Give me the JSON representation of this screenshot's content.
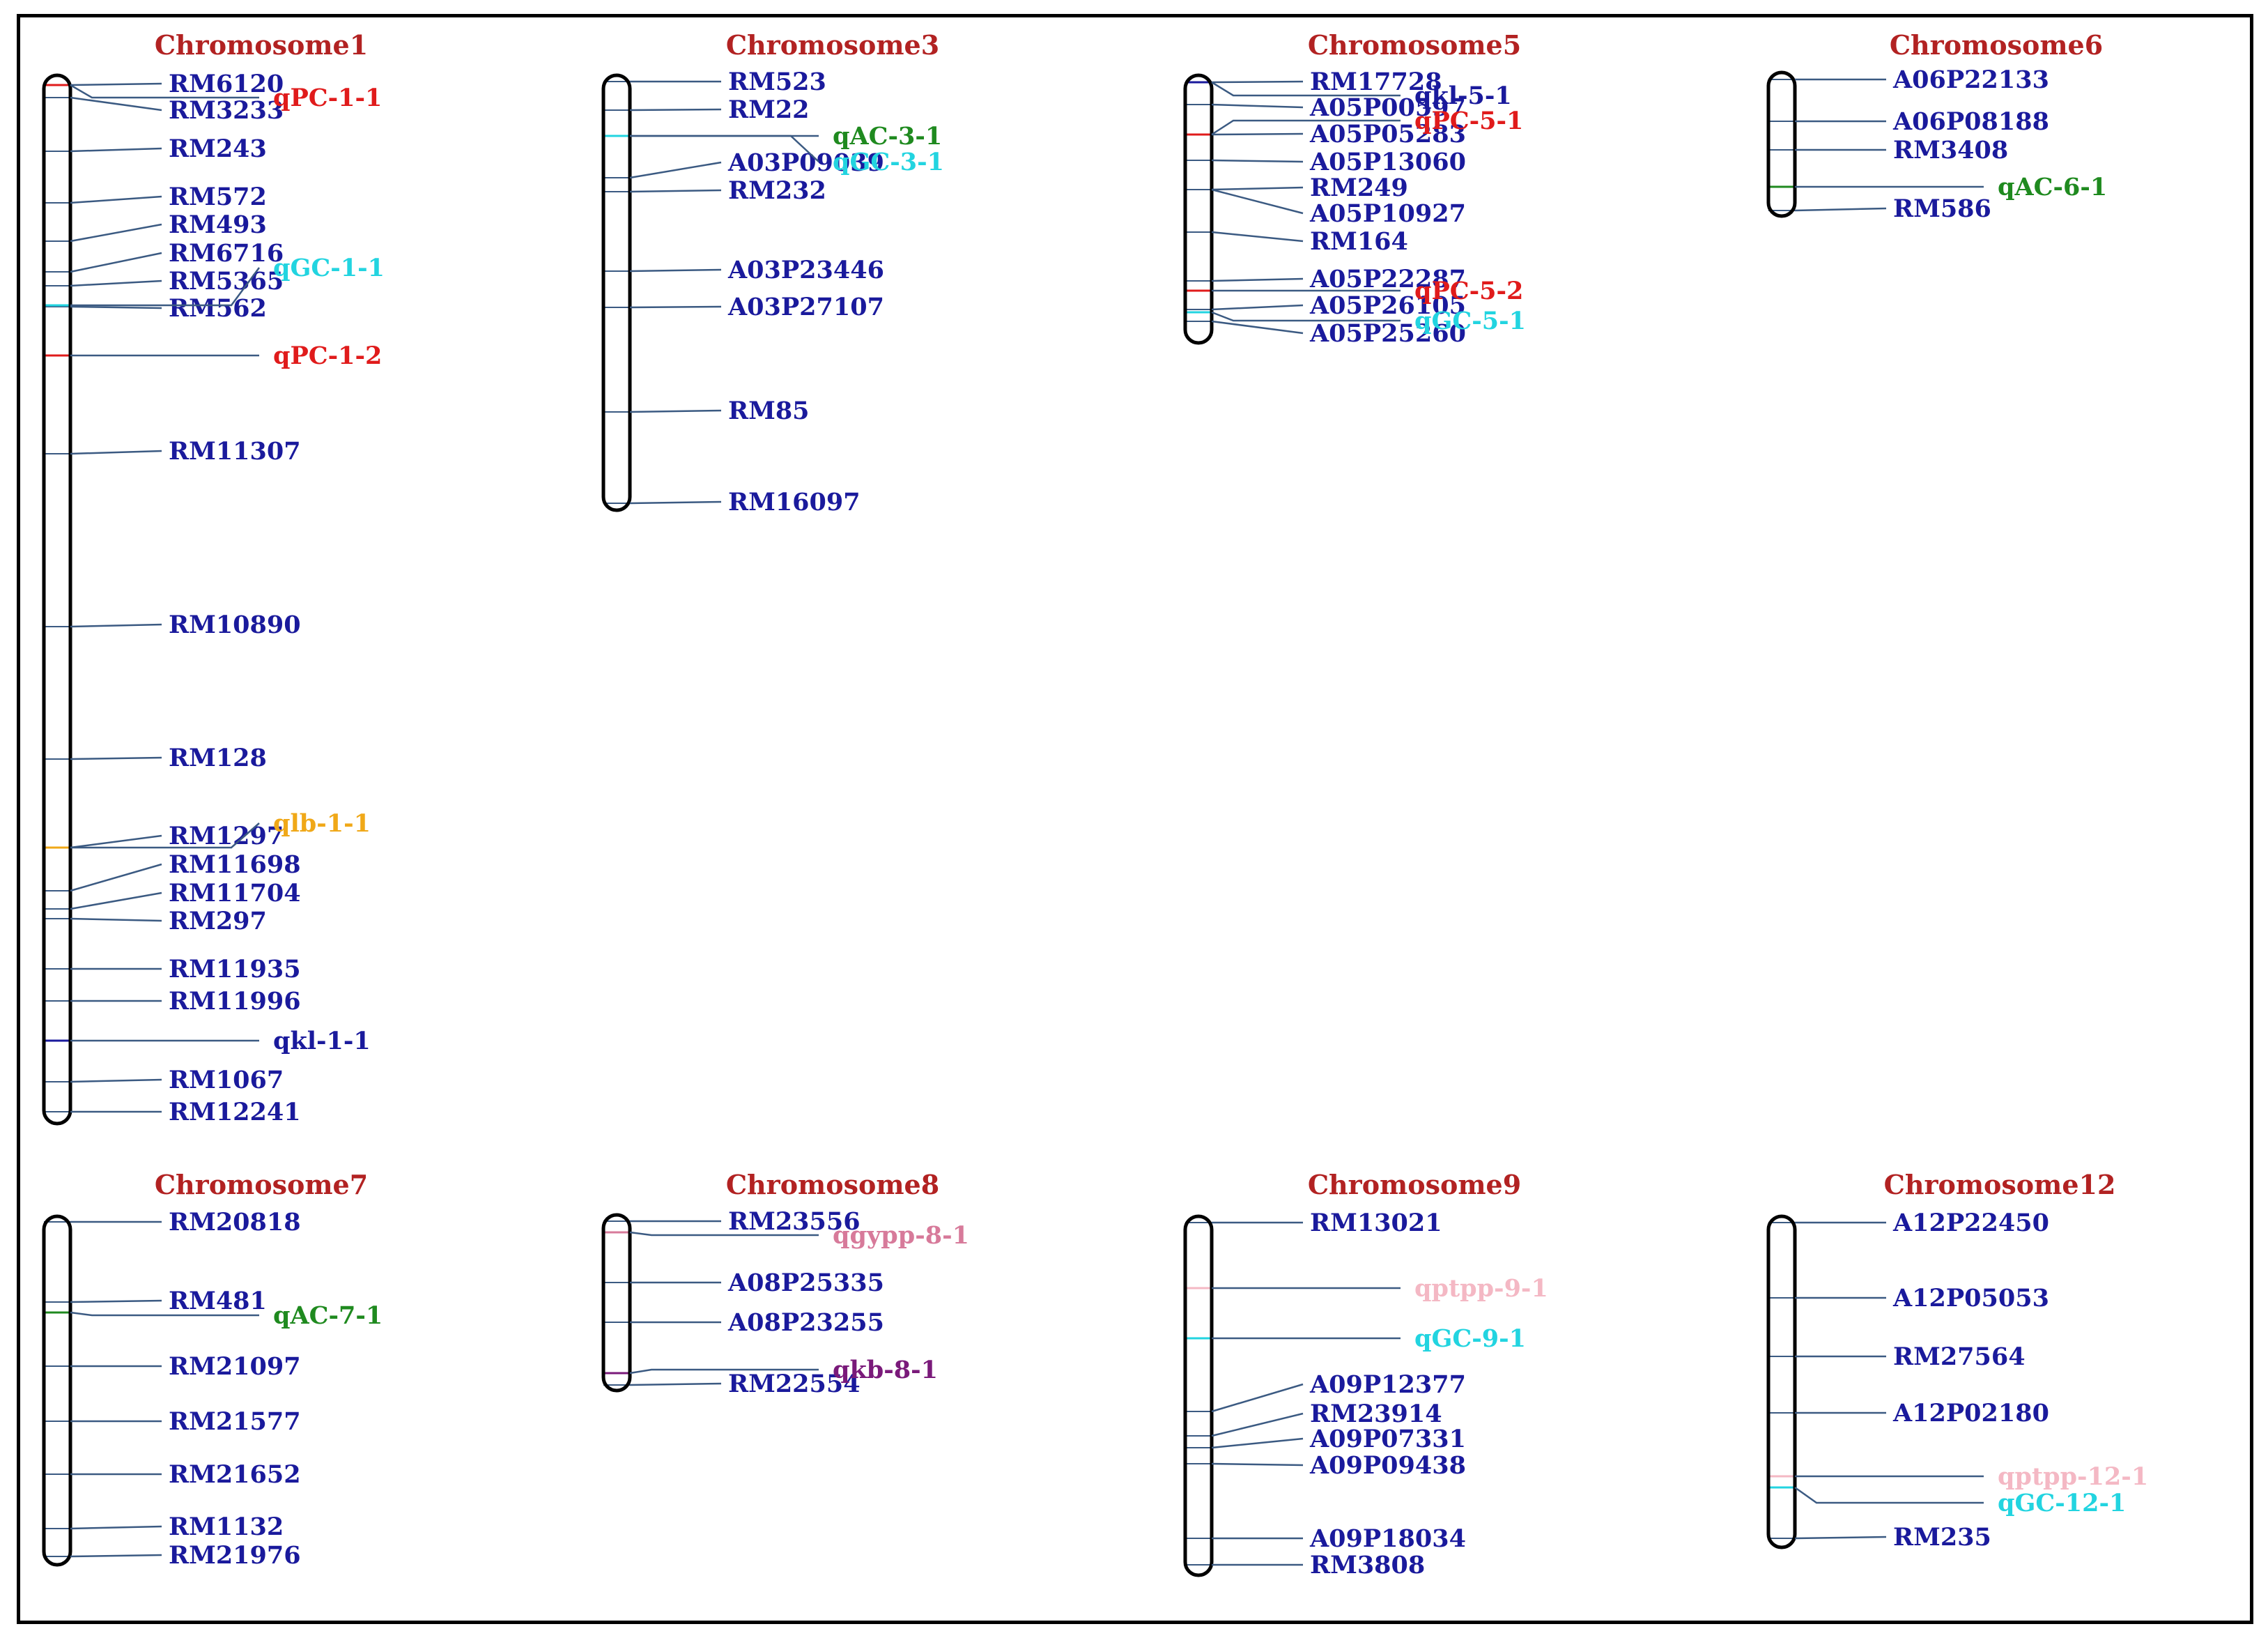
{
  "colors": {
    "marker": "#1a1a9c",
    "title": "#b22222",
    "marker_line": "#3b5a82",
    "chrom_outline": "#000000",
    "qPC": "#e01b1b",
    "qGC": "#22d4e0",
    "qAC": "#1f8a1f",
    "qkl": "#1a1a9c",
    "qlb": "#f0a818",
    "qgypp": "#d77a9a",
    "qkb": "#7a1a7a",
    "qptpp": "#f4b8c4"
  },
  "chromosomes": [
    {
      "title": "Chromosome1",
      "markers": [
        "RM6120",
        "RM3233",
        "RM243",
        "RM572",
        "RM493",
        "RM6716",
        "RM5365",
        "RM562",
        "RM11307",
        "RM10890",
        "RM128",
        "RM1297",
        "RM11698",
        "RM11704",
        "RM297",
        "RM11935",
        "RM11996",
        "RM1067",
        "RM12241"
      ],
      "qtls": [
        {
          "label": "qPC-1-1",
          "color_key": "qPC"
        },
        {
          "label": "qGC-1-1",
          "color_key": "qGC"
        },
        {
          "label": "qPC-1-2",
          "color_key": "qPC"
        },
        {
          "label": "qlb-1-1",
          "color_key": "qlb"
        },
        {
          "label": "qkl-1-1",
          "color_key": "qkl"
        }
      ]
    },
    {
      "title": "Chromosome3",
      "markers": [
        "RM523",
        "RM22",
        "A03P09039",
        "RM232",
        "A03P23446",
        "A03P27107",
        "RM85",
        "RM16097"
      ],
      "qtls": [
        {
          "label": "qAC-3-1",
          "color_key": "qAC"
        },
        {
          "label": "qGC-3-1",
          "color_key": "qGC"
        }
      ]
    },
    {
      "title": "Chromosome5",
      "markers": [
        "RM17728",
        "A05P00597",
        "A05P05283",
        "A05P13060",
        "RM249",
        "A05P10927",
        "RM164",
        "A05P22287",
        "A05P26105",
        "A05P25260"
      ],
      "qtls": [
        {
          "label": "qkl-5-1",
          "color_key": "qkl"
        },
        {
          "label": "qPC-5-1",
          "color_key": "qPC"
        },
        {
          "label": "qPC-5-2",
          "color_key": "qPC"
        },
        {
          "label": "qGC-5-1",
          "color_key": "qGC"
        }
      ]
    },
    {
      "title": "Chromosome6",
      "markers": [
        "A06P22133",
        "A06P08188",
        "RM3408",
        "RM586"
      ],
      "qtls": [
        {
          "label": "qAC-6-1",
          "color_key": "qAC"
        }
      ]
    },
    {
      "title": "Chromosome7",
      "markers": [
        "RM20818",
        "RM481",
        "RM21097",
        "RM21577",
        "RM21652",
        "RM1132",
        "RM21976"
      ],
      "qtls": [
        {
          "label": "qAC-7-1",
          "color_key": "qAC"
        }
      ]
    },
    {
      "title": "Chromosome8",
      "markers": [
        "RM23556",
        "A08P25335",
        "A08P23255",
        "RM22554"
      ],
      "qtls": [
        {
          "label": "qgypp-8-1",
          "color_key": "qgypp"
        },
        {
          "label": "qkb-8-1",
          "color_key": "qkb"
        }
      ]
    },
    {
      "title": "Chromosome9",
      "markers": [
        "RM13021",
        "A09P12377",
        "RM23914",
        "A09P07331",
        "A09P09438",
        "A09P18034",
        "RM3808"
      ],
      "qtls": [
        {
          "label": "qptpp-9-1",
          "color_key": "qptpp"
        },
        {
          "label": "qGC-9-1",
          "color_key": "qGC"
        }
      ]
    },
    {
      "title": "Chromosome12",
      "markers": [
        "A12P22450",
        "A12P05053",
        "RM27564",
        "A12P02180",
        "RM235"
      ],
      "qtls": [
        {
          "label": "qptpp-12-1",
          "color_key": "qptpp"
        },
        {
          "label": "qGC-12-1",
          "color_key": "qGC"
        }
      ]
    }
  ]
}
